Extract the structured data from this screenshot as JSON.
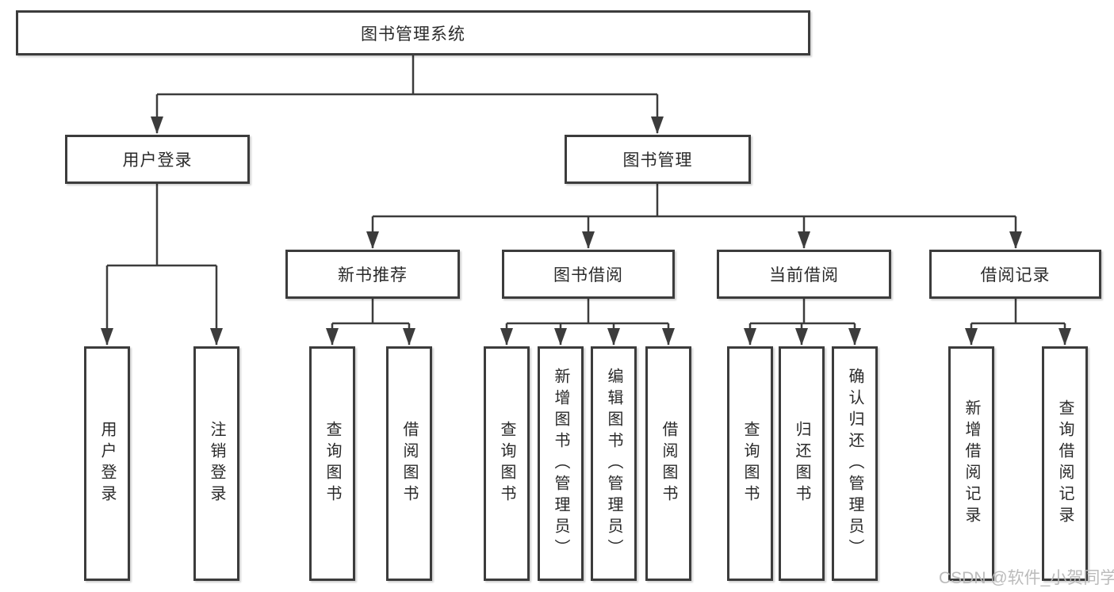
{
  "tree": {
    "root": "图书管理系统",
    "user_login": {
      "label": "用户登录",
      "children": {
        "login": "用户登录",
        "logout": "注销登录"
      }
    },
    "book_mgmt": {
      "label": "图书管理",
      "children": {
        "new_books": {
          "label": "新书推荐",
          "children": {
            "query": "查询图书",
            "borrow": "借阅图书"
          }
        },
        "borrowing": {
          "label": "图书借阅",
          "children": {
            "query": "查询图书",
            "add": "新增图书（管理员）",
            "edit": "编辑图书（管理员）",
            "borrow": "借阅图书"
          }
        },
        "current": {
          "label": "当前借阅",
          "children": {
            "query": "查询图书",
            "return": "归还图书",
            "confirm": "确认归还（管理员）"
          }
        },
        "records": {
          "label": "借阅记录",
          "children": {
            "add": "新增借阅记录",
            "query": "查询借阅记录"
          }
        }
      }
    }
  },
  "watermark": {
    "text": "CSDN @软件_小贺同学"
  },
  "colors": {
    "line": "#3c3c3c",
    "border": "#3c3c3c",
    "text": "#2a2a2a",
    "watermark": "#b7b7b7",
    "background": "#ffffff"
  }
}
